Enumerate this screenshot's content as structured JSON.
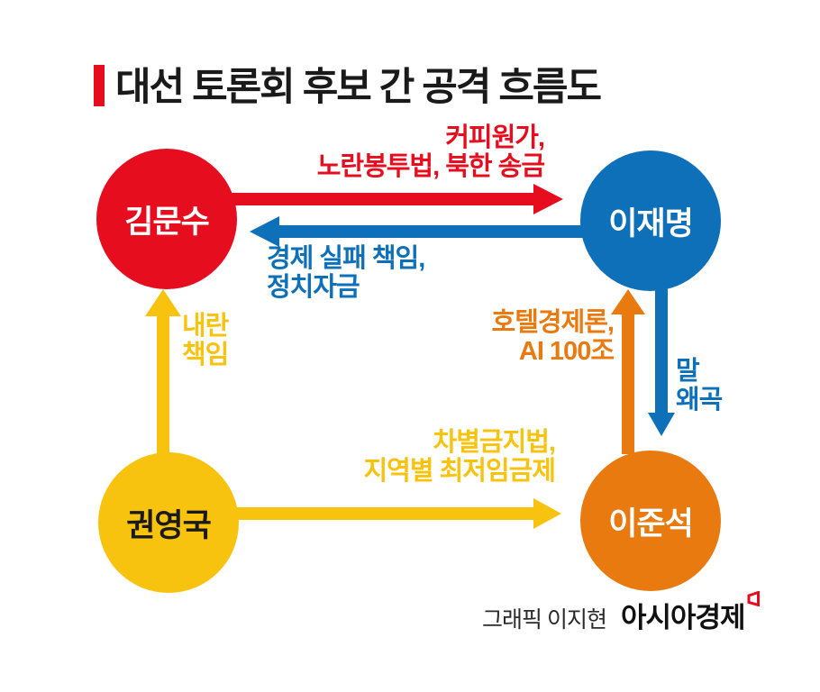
{
  "title": {
    "text": "대선 토론회 후보 간 공격 흐름도",
    "bar_color": "#e60d1e"
  },
  "colors": {
    "red": "#e60d1e",
    "blue": "#0e70b9",
    "yellow": "#f8c30f",
    "orange": "#e87a10",
    "background": "#ffffff",
    "title_text": "#1a1a1a"
  },
  "candidates": [
    {
      "id": "kim-moon-soo",
      "name": "김문수",
      "circle_color": "#e60d1e",
      "text_color": "#ffffff",
      "position": "top-left"
    },
    {
      "id": "lee-jae-myung",
      "name": "이재명",
      "circle_color": "#0e70b9",
      "text_color": "#ffffff",
      "position": "top-right"
    },
    {
      "id": "kwon-young-gug",
      "name": "권영국",
      "circle_color": "#f8c30f",
      "text_color": "#1a1a1a",
      "position": "bottom-left"
    },
    {
      "id": "lee-jun-seok",
      "name": "이준석",
      "circle_color": "#e87a10",
      "text_color": "#ffffff",
      "position": "bottom-right"
    }
  ],
  "attacks": [
    {
      "from": "김문수",
      "to": "이재명",
      "direction": "right",
      "color": "#e60d1e",
      "lines": [
        "커피원가,",
        "노란봉투법, 북한 송금"
      ]
    },
    {
      "from": "이재명",
      "to": "김문수",
      "direction": "left",
      "color": "#0e70b9",
      "lines": [
        "경제 실패 책임,",
        "정치자금"
      ]
    },
    {
      "from": "권영국",
      "to": "김문수",
      "direction": "up",
      "color": "#f8c30f",
      "lines": [
        "내란",
        "책임"
      ]
    },
    {
      "from": "이준석",
      "to": "이재명",
      "direction": "up",
      "color": "#e87a10",
      "lines": [
        "호텔경제론,",
        "AI 100조"
      ]
    },
    {
      "from": "이재명",
      "to": "이준석",
      "direction": "down",
      "color": "#0e70b9",
      "lines": [
        "말",
        "왜곡"
      ]
    },
    {
      "from": "권영국",
      "to": "이준석",
      "direction": "right",
      "color": "#f8c30f",
      "lines": [
        "차별금지법,",
        "지역별 최저임금제"
      ]
    }
  ],
  "footer": {
    "credit": "그래픽 이지현",
    "brand": "아시아경제",
    "brand_mark_color": "#e60d1e"
  }
}
